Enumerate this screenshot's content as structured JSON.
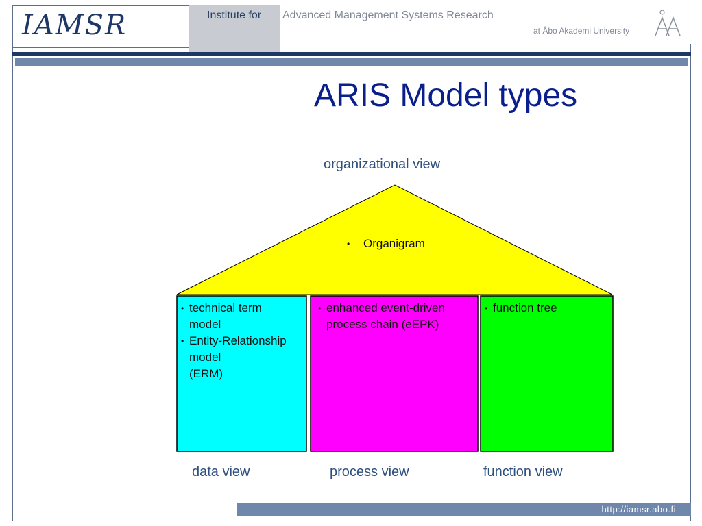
{
  "header": {
    "logo": "IAMSR",
    "institute_prefix": "Institute for",
    "institute_name": "Advanced Management Systems Research",
    "university": "at Åbo Akademi University"
  },
  "slide": {
    "title": "ARIS Model types"
  },
  "diagram": {
    "roof": {
      "label": "organizational view",
      "bullet": "•",
      "item": "Organigram",
      "color": "#ffff00"
    },
    "pillars": [
      {
        "label": "data view",
        "color": "#00ffff",
        "items": [
          "technical term model",
          "Entity-Relationship model (ERM)"
        ],
        "lines": [
          {
            "bullet": "•",
            "text": "technical term"
          },
          {
            "bullet": "",
            "text": "model"
          },
          {
            "bullet": "•",
            "text": "Entity-Relationship"
          },
          {
            "bullet": "",
            "text": "model"
          },
          {
            "bullet": "",
            "text": "(ERM)"
          }
        ]
      },
      {
        "label": "process view",
        "color": "#ff00ff",
        "items": [
          "enhanced event-driven process chain (eEPK)"
        ],
        "lines": [
          {
            "bullet": "•",
            "text": "enhanced event-driven"
          },
          {
            "bullet": "",
            "text": "process chain  (eEPK)"
          }
        ]
      },
      {
        "label": "function view",
        "color": "#00ff00",
        "items": [
          "function tree"
        ],
        "lines": [
          {
            "bullet": "•",
            "text": "function tree"
          }
        ]
      }
    ]
  },
  "footer": {
    "url": "http://iamsr.abo.fi"
  }
}
